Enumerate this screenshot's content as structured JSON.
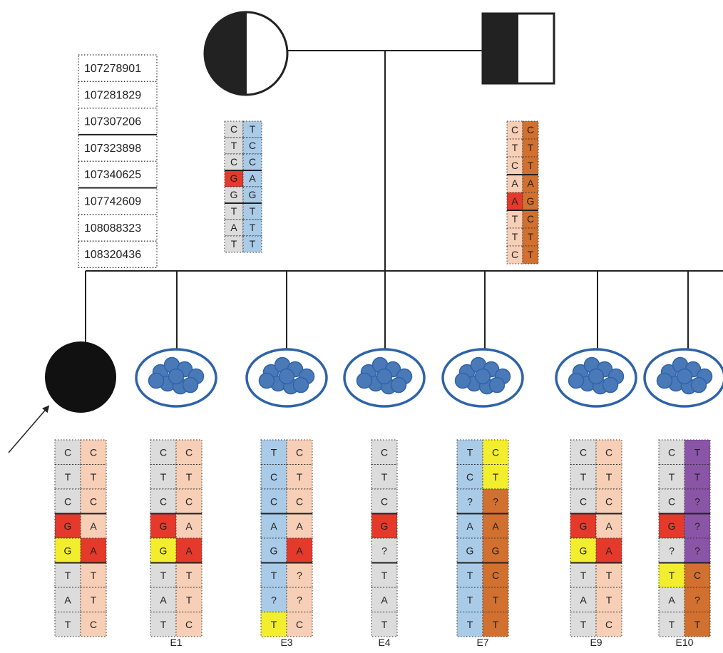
{
  "positions": [
    "107278901",
    "107281829",
    "107307206",
    "107323898",
    "107340625",
    "107742609",
    "108088323",
    "108320436"
  ],
  "colors": {
    "grey": "#dcdcdc",
    "blue": "#a9cbe8",
    "peach": "#f6cfb6",
    "orange": "#d2702f",
    "red": "#e53a2b",
    "yellow": "#f2ee2e",
    "purple": "#8a55a6",
    "embryo_fill": "#4a79b8",
    "embryo_stroke": "#2f63a8"
  },
  "mother_haplotypes": [
    {
      "bases": [
        "C",
        "T",
        "C",
        "G",
        "G",
        "T",
        "A",
        "T"
      ],
      "colors": [
        "grey",
        "grey",
        "grey",
        "red",
        "grey",
        "grey",
        "grey",
        "grey"
      ]
    },
    {
      "bases": [
        "T",
        "C",
        "C",
        "A",
        "G",
        "T",
        "T",
        "T"
      ],
      "colors": [
        "blue",
        "blue",
        "blue",
        "blue",
        "blue",
        "blue",
        "blue",
        "blue"
      ]
    }
  ],
  "father_haplotypes": [
    {
      "bases": [
        "C",
        "T",
        "C",
        "A",
        "A",
        "T",
        "T",
        "C"
      ],
      "colors": [
        "peach",
        "peach",
        "peach",
        "peach",
        "red",
        "peach",
        "peach",
        "peach"
      ]
    },
    {
      "bases": [
        "C",
        "T",
        "T",
        "A",
        "G",
        "C",
        "T",
        "T"
      ],
      "colors": [
        "orange",
        "orange",
        "orange",
        "orange",
        "orange",
        "orange",
        "orange",
        "orange"
      ]
    }
  ],
  "offspring": [
    {
      "label": "",
      "type": "proband",
      "haplotypes": [
        {
          "bases": [
            "C",
            "T",
            "C",
            "G",
            "G",
            "T",
            "A",
            "T"
          ],
          "colors": [
            "grey",
            "grey",
            "grey",
            "red",
            "yellow",
            "grey",
            "grey",
            "grey"
          ]
        },
        {
          "bases": [
            "C",
            "T",
            "C",
            "A",
            "A",
            "T",
            "T",
            "C"
          ],
          "colors": [
            "peach",
            "peach",
            "peach",
            "peach",
            "red",
            "peach",
            "peach",
            "peach"
          ]
        }
      ]
    },
    {
      "label": "E1",
      "type": "embryo",
      "haplotypes": [
        {
          "bases": [
            "C",
            "T",
            "C",
            "G",
            "G",
            "T",
            "A",
            "T"
          ],
          "colors": [
            "grey",
            "grey",
            "grey",
            "red",
            "yellow",
            "grey",
            "grey",
            "grey"
          ]
        },
        {
          "bases": [
            "C",
            "T",
            "C",
            "A",
            "A",
            "T",
            "T",
            "C"
          ],
          "colors": [
            "peach",
            "peach",
            "peach",
            "peach",
            "red",
            "peach",
            "peach",
            "peach"
          ]
        }
      ]
    },
    {
      "label": "E3",
      "type": "embryo",
      "haplotypes": [
        {
          "bases": [
            "T",
            "C",
            "C",
            "A",
            "G",
            "T",
            "?",
            "T"
          ],
          "colors": [
            "blue",
            "blue",
            "blue",
            "blue",
            "blue",
            "blue",
            "blue",
            "yellow"
          ]
        },
        {
          "bases": [
            "C",
            "T",
            "C",
            "A",
            "A",
            "?",
            "?",
            "C"
          ],
          "colors": [
            "peach",
            "peach",
            "peach",
            "peach",
            "red",
            "peach",
            "peach",
            "peach"
          ]
        }
      ]
    },
    {
      "label": "E4",
      "type": "embryo",
      "haplotypes": [
        {
          "bases": [
            "C",
            "T",
            "C",
            "G",
            "?",
            "T",
            "A",
            "T"
          ],
          "colors": [
            "grey",
            "grey",
            "grey",
            "red",
            "grey",
            "grey",
            "grey",
            "grey"
          ]
        }
      ]
    },
    {
      "label": "E7",
      "type": "embryo",
      "haplotypes": [
        {
          "bases": [
            "T",
            "C",
            "?",
            "A",
            "G",
            "T",
            "T",
            "T"
          ],
          "colors": [
            "blue",
            "blue",
            "blue",
            "blue",
            "blue",
            "blue",
            "blue",
            "blue"
          ]
        },
        {
          "bases": [
            "C",
            "T",
            "?",
            "A",
            "G",
            "C",
            "T",
            "T"
          ],
          "colors": [
            "yellow",
            "yellow",
            "orange",
            "orange",
            "orange",
            "orange",
            "orange",
            "orange"
          ]
        }
      ]
    },
    {
      "label": "E9",
      "type": "embryo",
      "haplotypes": [
        {
          "bases": [
            "C",
            "T",
            "C",
            "G",
            "G",
            "T",
            "A",
            "T"
          ],
          "colors": [
            "grey",
            "grey",
            "grey",
            "red",
            "yellow",
            "grey",
            "grey",
            "grey"
          ]
        },
        {
          "bases": [
            "C",
            "T",
            "C",
            "A",
            "A",
            "T",
            "T",
            "C"
          ],
          "colors": [
            "peach",
            "peach",
            "peach",
            "peach",
            "red",
            "peach",
            "peach",
            "peach"
          ]
        }
      ]
    },
    {
      "label": "E10",
      "type": "embryo",
      "haplotypes": [
        {
          "bases": [
            "C",
            "T",
            "C",
            "G",
            "?",
            "T",
            "A",
            "T"
          ],
          "colors": [
            "grey",
            "grey",
            "grey",
            "red",
            "grey",
            "yellow",
            "grey",
            "grey"
          ]
        },
        {
          "bases": [
            "T",
            "T",
            "?",
            "?",
            "?",
            "C",
            "?",
            "T"
          ],
          "colors": [
            "purple",
            "purple",
            "purple",
            "purple",
            "purple",
            "orange",
            "orange",
            "orange"
          ]
        }
      ]
    }
  ]
}
